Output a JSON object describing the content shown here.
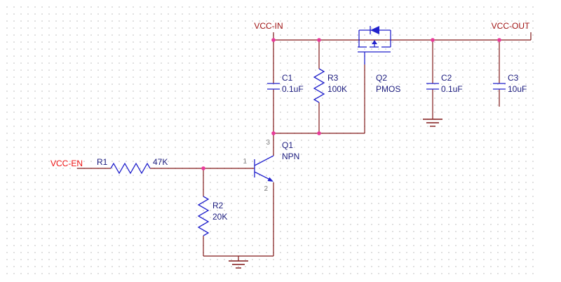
{
  "schematic": {
    "power_ports": [
      {
        "name": "VCC-IN"
      },
      {
        "name": "VCC-OUT"
      }
    ],
    "net_labels": [
      {
        "name": "VCC-EN"
      }
    ],
    "components": [
      {
        "designator": "R1",
        "value": "47K",
        "kind": "resistor"
      },
      {
        "designator": "R2",
        "value": "20K",
        "kind": "resistor"
      },
      {
        "designator": "R3",
        "value": "100K",
        "kind": "resistor"
      },
      {
        "designator": "C1",
        "value": "0.1uF",
        "kind": "capacitor"
      },
      {
        "designator": "C2",
        "value": "0.1uF",
        "kind": "capacitor"
      },
      {
        "designator": "C3",
        "value": "10uF",
        "kind": "capacitor"
      },
      {
        "designator": "Q1",
        "value": "NPN",
        "kind": "bjt"
      },
      {
        "designator": "Q2",
        "value": "PMOS",
        "kind": "mosfet"
      }
    ],
    "pin_numbers": {
      "q1_base": "1",
      "q1_collector": "3",
      "q1_emitter": "2"
    },
    "colors": {
      "wire": "#801818",
      "component": "#2222cc",
      "junction_dot": "#e93a9a",
      "power_port_text": "#a01414",
      "net_label_text": "#ee1111",
      "designator_text": "#1b1b7e",
      "pin_number_text": "#808080",
      "grid_dot": "#dadada",
      "background": "#ffffff"
    }
  }
}
